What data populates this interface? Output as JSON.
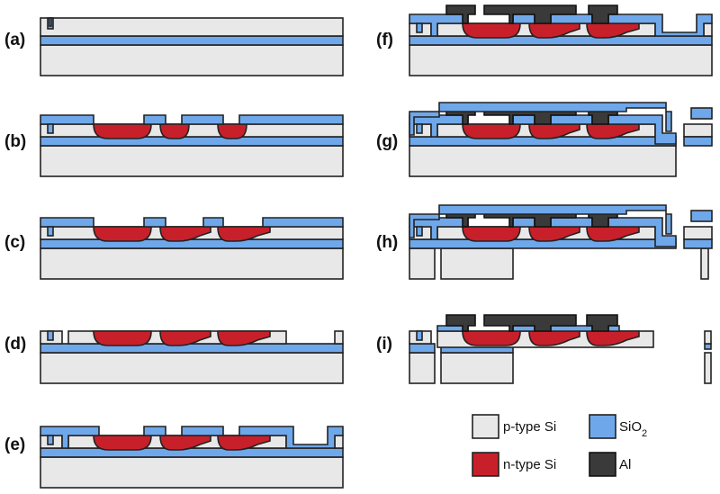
{
  "panels": {
    "a": "(a)",
    "b": "(b)",
    "c": "(c)",
    "d": "(d)",
    "e": "(e)",
    "f": "(f)",
    "g": "(g)",
    "h": "(h)",
    "i": "(i)"
  },
  "legend": {
    "p_si": "p-type Si",
    "sio2_main": "SiO",
    "sio2_sub": "2",
    "n_si": "n-type Si",
    "al": "Al"
  },
  "colors": {
    "p_si": "#e8e8e8",
    "sio2": "#6fa8ea",
    "n_si": "#c8202a",
    "al": "#3a3a3a"
  }
}
